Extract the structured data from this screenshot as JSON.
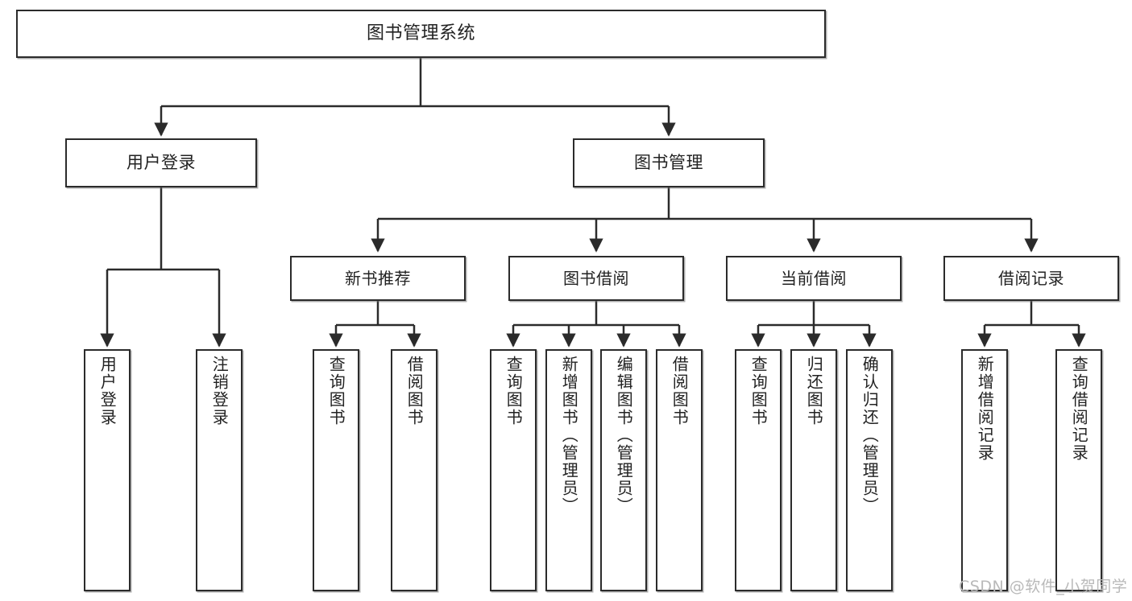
{
  "diagram": {
    "type": "hierarchy-tree",
    "title": "图书管理系统",
    "orientation": "top-down",
    "colors": {
      "box_border": "#2b2b2b",
      "box_fill": "#ffffff",
      "connector": "#2b2b2b",
      "text": "#222222",
      "watermark": "#b9b9b9",
      "background": "#ffffff"
    }
  },
  "root": {
    "label": "图书管理系统"
  },
  "level2": [
    {
      "label": "用户登录"
    },
    {
      "label": "图书管理"
    }
  ],
  "level3": [
    {
      "label": "新书推荐"
    },
    {
      "label": "图书借阅"
    },
    {
      "label": "当前借阅"
    },
    {
      "label": "借阅记录"
    }
  ],
  "leaves": {
    "user_login": [
      {
        "label": "用户登录"
      },
      {
        "label": "注销登录"
      }
    ],
    "new_book_recommend": [
      {
        "label": "查询图书"
      },
      {
        "label": "借阅图书"
      }
    ],
    "book_borrow": [
      {
        "label": "查询图书"
      },
      {
        "label": "新增图书（管理员）"
      },
      {
        "label": "编辑图书（管理员）"
      },
      {
        "label": "借阅图书"
      }
    ],
    "current_borrow": [
      {
        "label": "查询图书"
      },
      {
        "label": "归还图书"
      },
      {
        "label": "确认归还（管理员）"
      }
    ],
    "borrow_record": [
      {
        "label": "新增借阅记录"
      },
      {
        "label": "查询借阅记录"
      }
    ]
  },
  "watermark": {
    "text": "CSDN @软件_小贺同学"
  }
}
